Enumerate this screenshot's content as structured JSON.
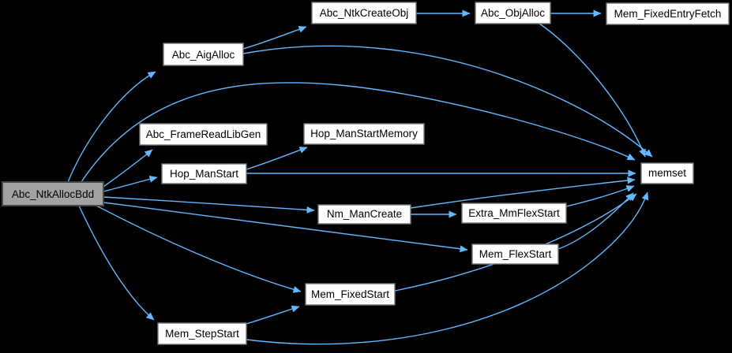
{
  "diagram": {
    "type": "call-graph",
    "root_function": "Abc_NtkAllocBdd",
    "background_color": "#000000",
    "edge_color": "#63B8FF",
    "node_fill_color": "#FFFFFF",
    "node_border_color": "#757575",
    "root_fill_color": "#A2A2A2",
    "root_border_color": "#474747",
    "text_color": "#000000"
  },
  "nodes": [
    {
      "id": "abc-ntkallocbdd",
      "label": "Abc_NtkAllocBdd",
      "role": "root"
    },
    {
      "id": "abc-aigalloc",
      "label": "Abc_AigAlloc",
      "role": "callee"
    },
    {
      "id": "abc-ntkcreateobj",
      "label": "Abc_NtkCreateObj",
      "role": "callee"
    },
    {
      "id": "abc-objalloc",
      "label": "Abc_ObjAlloc",
      "role": "callee"
    },
    {
      "id": "mem-fixedentryfetch",
      "label": "Mem_FixedEntryFetch",
      "role": "callee"
    },
    {
      "id": "abc-framereadlibgen",
      "label": "Abc_FrameReadLibGen",
      "role": "callee"
    },
    {
      "id": "hop-manstartmemory",
      "label": "Hop_ManStartMemory",
      "role": "callee"
    },
    {
      "id": "hop-manstart",
      "label": "Hop_ManStart",
      "role": "callee"
    },
    {
      "id": "memset",
      "label": "memset",
      "role": "callee"
    },
    {
      "id": "nm-mancreate",
      "label": "Nm_ManCreate",
      "role": "callee"
    },
    {
      "id": "extra-mmflexstart",
      "label": "Extra_MmFlexStart",
      "role": "callee"
    },
    {
      "id": "mem-flexstart",
      "label": "Mem_FlexStart",
      "role": "callee"
    },
    {
      "id": "mem-fixedstart",
      "label": "Mem_FixedStart",
      "role": "callee"
    },
    {
      "id": "mem-stepstart",
      "label": "Mem_StepStart",
      "role": "callee"
    }
  ],
  "edges": [
    {
      "from": "Abc_NtkAllocBdd",
      "to": "Abc_AigAlloc"
    },
    {
      "from": "Abc_NtkAllocBdd",
      "to": "memset"
    },
    {
      "from": "Abc_NtkAllocBdd",
      "to": "Abc_FrameReadLibGen"
    },
    {
      "from": "Abc_NtkAllocBdd",
      "to": "Hop_ManStart"
    },
    {
      "from": "Abc_NtkAllocBdd",
      "to": "Nm_ManCreate"
    },
    {
      "from": "Abc_NtkAllocBdd",
      "to": "Mem_FlexStart"
    },
    {
      "from": "Abc_NtkAllocBdd",
      "to": "Mem_FixedStart"
    },
    {
      "from": "Abc_NtkAllocBdd",
      "to": "Mem_StepStart"
    },
    {
      "from": "Abc_AigAlloc",
      "to": "Abc_NtkCreateObj"
    },
    {
      "from": "Abc_AigAlloc",
      "to": "memset"
    },
    {
      "from": "Abc_NtkCreateObj",
      "to": "Abc_ObjAlloc"
    },
    {
      "from": "Abc_ObjAlloc",
      "to": "Mem_FixedEntryFetch"
    },
    {
      "from": "Abc_ObjAlloc",
      "to": "memset"
    },
    {
      "from": "Hop_ManStart",
      "to": "Hop_ManStartMemory"
    },
    {
      "from": "Hop_ManStart",
      "to": "memset"
    },
    {
      "from": "Nm_ManCreate",
      "to": "Extra_MmFlexStart"
    },
    {
      "from": "Nm_ManCreate",
      "to": "memset"
    },
    {
      "from": "Extra_MmFlexStart",
      "to": "memset"
    },
    {
      "from": "Mem_FlexStart",
      "to": "memset"
    },
    {
      "from": "Mem_FixedStart",
      "to": "memset"
    },
    {
      "from": "Mem_StepStart",
      "to": "Mem_FixedStart"
    },
    {
      "from": "Mem_StepStart",
      "to": "memset"
    }
  ]
}
